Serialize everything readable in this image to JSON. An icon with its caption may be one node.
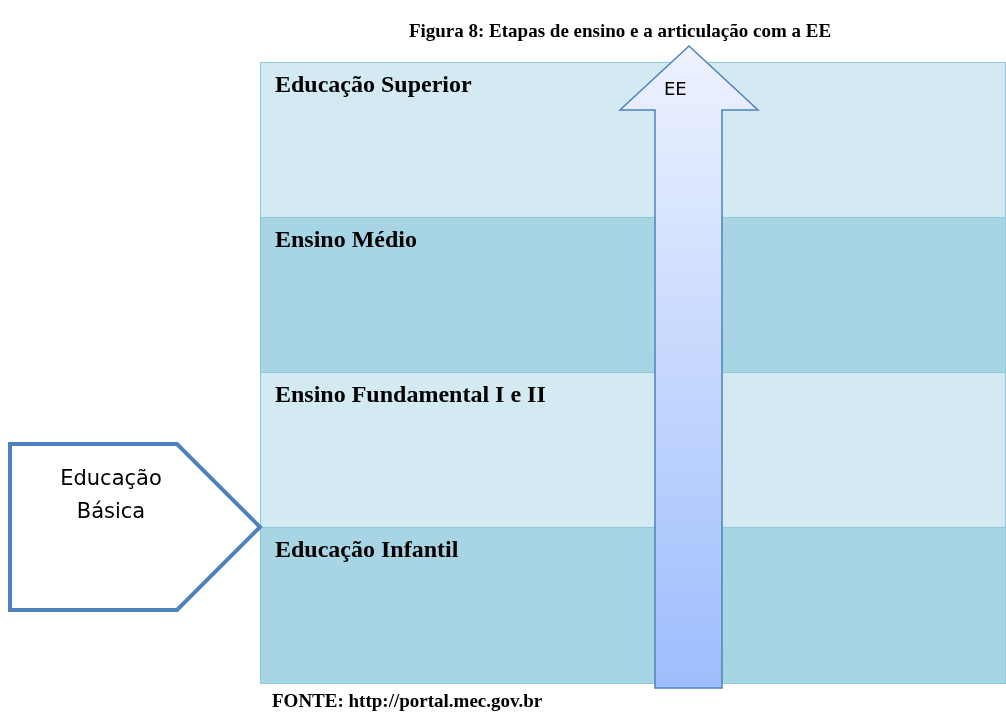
{
  "diagram": {
    "title": "Figura 8: Etapas de ensino e a articulação com a EE",
    "caption": "FONTE: http://portal.mec.gov.br",
    "nodes": [
      {
        "text": [
          "Educação Superior"
        ]
      },
      {
        "text": [
          "Ensino Médio"
        ]
      },
      {
        "text": [
          "Ensino Fundamental I e II"
        ]
      },
      {
        "text": [
          "Educação Infantil"
        ]
      },
      {
        "text": [
          "EE"
        ]
      },
      {
        "text": [
          "Educação Básica"
        ]
      }
    ]
  }
}
